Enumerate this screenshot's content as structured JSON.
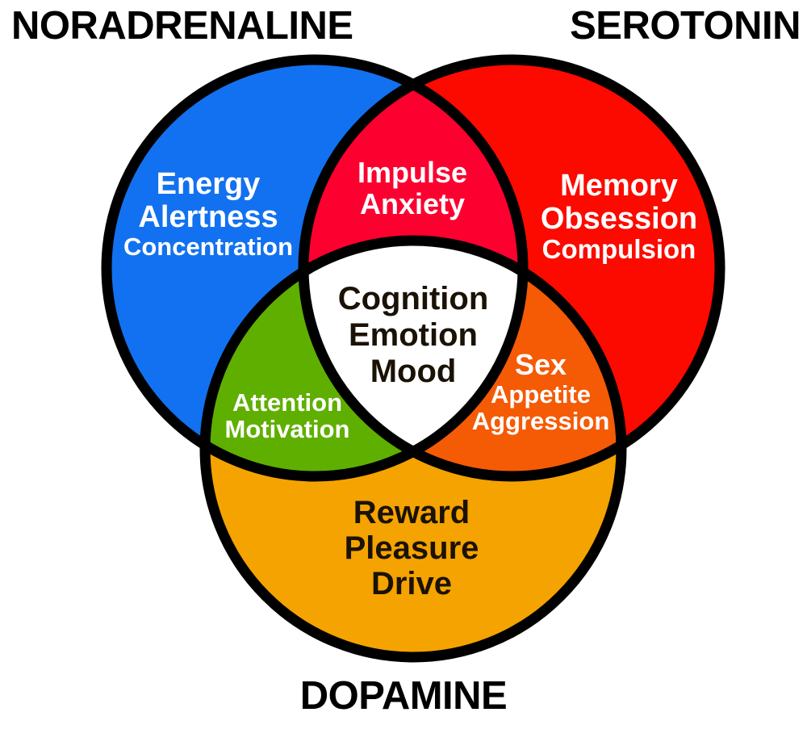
{
  "diagram": {
    "type": "venn",
    "title_text": "",
    "set_count": 3,
    "outer_labels": {
      "top_left": "NORADRENALINE",
      "top_right": "SEROTONIN",
      "bottom": "DOPAMINE"
    },
    "colors": {
      "noradrenaline": "#1271f0",
      "serotonin": "#fc0a00",
      "dopamine": "#f5a300",
      "noradrenaline_serotonin": "#fc0030",
      "noradrenaline_dopamine": "#5faf00",
      "serotonin_dopamine": "#f55a05",
      "center": "#ffffff",
      "outline": "#000000",
      "text_on_color": "#ffffff",
      "text_on_light": "#000000"
    },
    "regions": [
      {
        "id": "noradrenaline-only",
        "name": "Noradrenaline only",
        "fill": "#1271f0",
        "text_color": "#ffffff",
        "lines": [
          "Energy",
          "Alertness",
          "Concentration"
        ]
      },
      {
        "id": "serotonin-only",
        "name": "Serotonin only",
        "fill": "#fc0a00",
        "text_color": "#ffffff",
        "lines": [
          "Memory",
          "Obsession",
          "Compulsion"
        ]
      },
      {
        "id": "dopamine-only",
        "name": "Dopamine only",
        "fill": "#f5a300",
        "text_color": "#000000",
        "lines": [
          "Reward",
          "Pleasure",
          "Drive"
        ]
      },
      {
        "id": "noradrenaline-serotonin",
        "name": "Noradrenaline and Serotonin",
        "fill": "#fc0030",
        "text_color": "#ffffff",
        "lines": [
          "Impulse",
          "Anxiety"
        ]
      },
      {
        "id": "noradrenaline-dopamine",
        "name": "Noradrenaline and Dopamine",
        "fill": "#5faf00",
        "text_color": "#ffffff",
        "lines": [
          "Attention",
          "Motivation"
        ]
      },
      {
        "id": "serotonin-dopamine",
        "name": "Serotonin and Dopamine",
        "fill": "#f55a05",
        "text_color": "#ffffff",
        "lines": [
          "Sex",
          "Appetite",
          "Aggression"
        ]
      },
      {
        "id": "center",
        "name": "All three",
        "fill": "#ffffff",
        "text_color": "#000000",
        "lines": [
          "Cognition",
          "Emotion",
          "Mood"
        ]
      }
    ],
    "text": {
      "noradrenaline_only": {
        "line1": "Energy",
        "line2": "Alertness",
        "line3": "Concentration"
      },
      "serotonin_only": {
        "line1": "Memory",
        "line2": "Obsession",
        "line3": "Compulsion"
      },
      "dopamine_only": {
        "line1": "Reward",
        "line2": "Pleasure",
        "line3": "Drive"
      },
      "nor_ser": {
        "line1": "Impulse",
        "line2": "Anxiety"
      },
      "nor_dop": {
        "line1": "Attention",
        "line2": "Motivation"
      },
      "ser_dop": {
        "line1": "Sex",
        "line2": "Appetite",
        "line3": "Aggression"
      },
      "center": {
        "line1": "Cognition",
        "line2": "Emotion",
        "line3": "Mood"
      }
    }
  }
}
